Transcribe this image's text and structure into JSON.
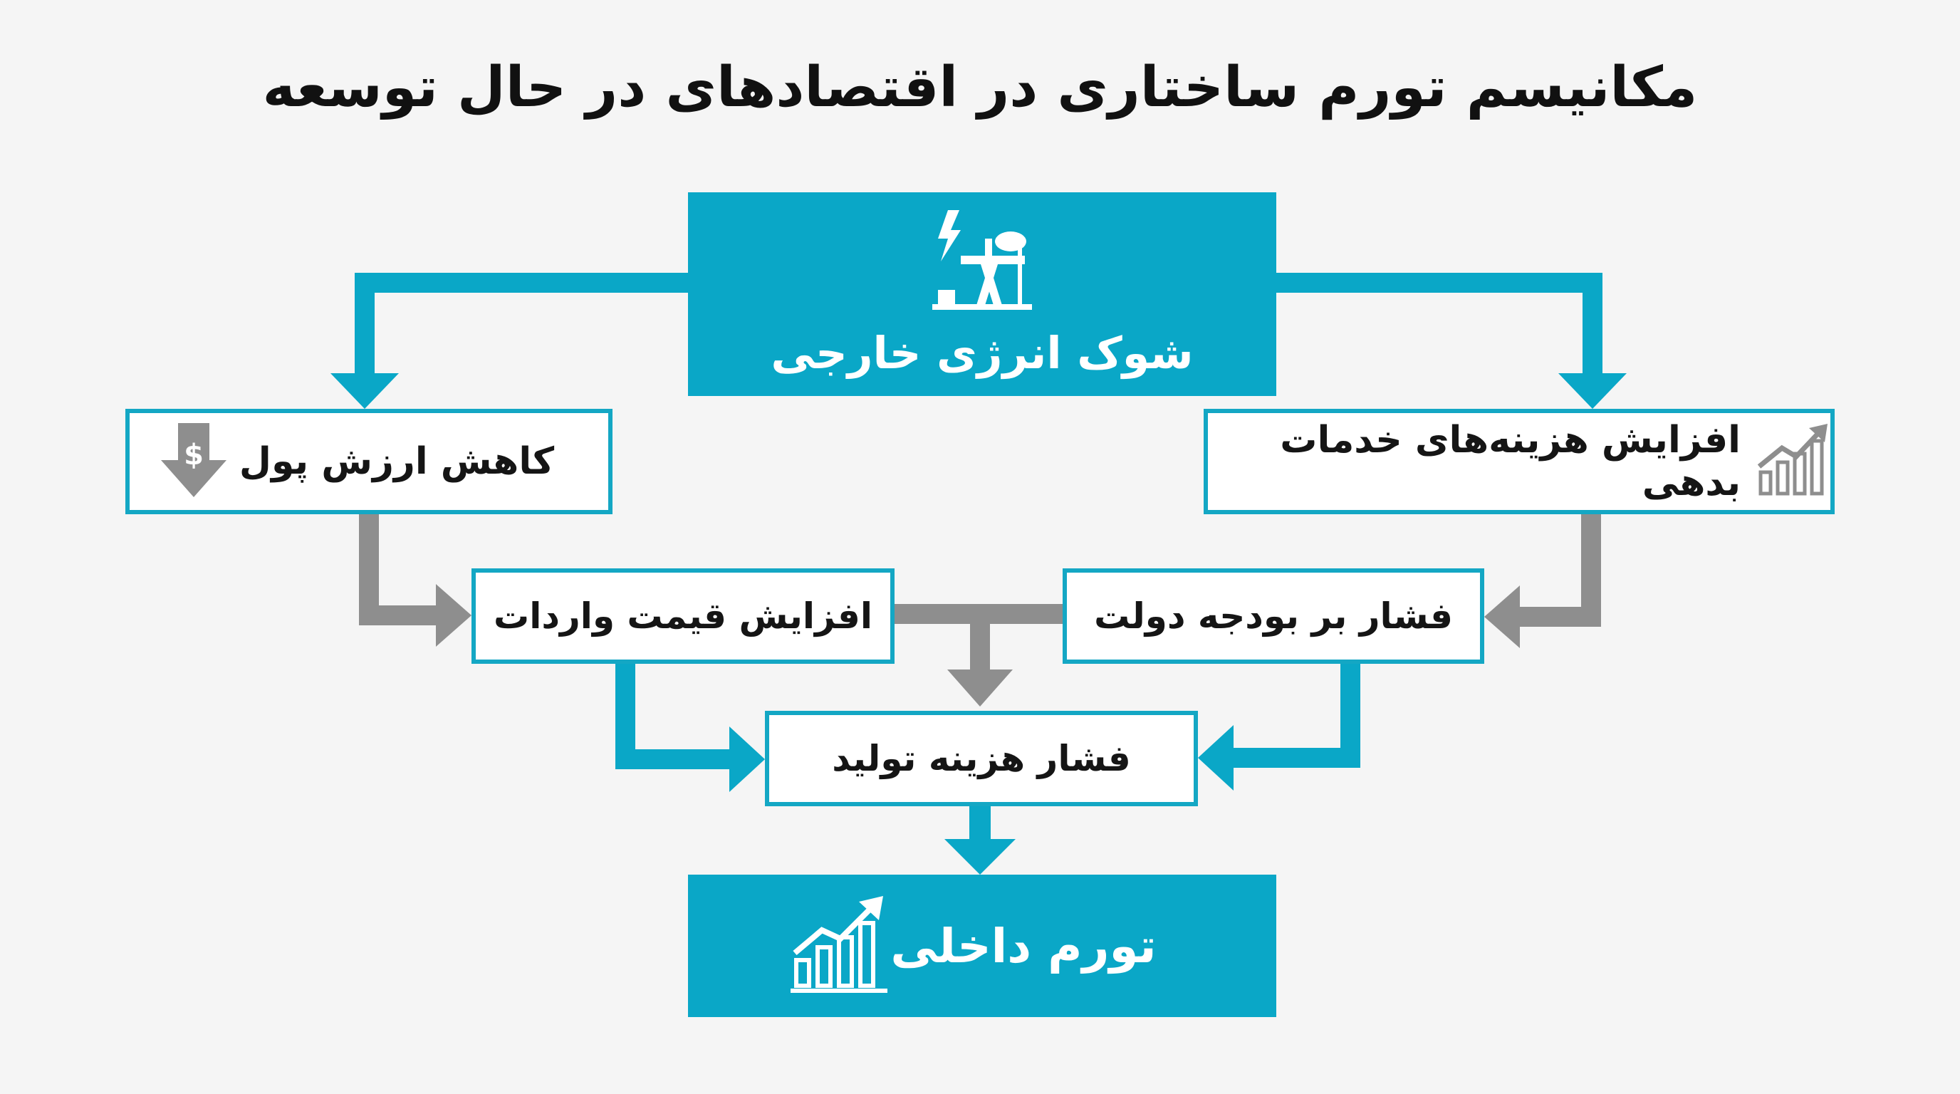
{
  "title": "مکانیسم تورم ساختاری در اقتصادهای در حال توسعه",
  "nodes": {
    "shock": {
      "label": "شوک انرژی خارجی",
      "icon": "oil-pump-lightning-icon"
    },
    "currency": {
      "label": "کاهش ارزش پول",
      "icon": "dollar-down-arrow-icon"
    },
    "debt": {
      "label": "افزایش هزینه‌های خدمات بدهی",
      "icon": "rising-bar-chart-icon"
    },
    "imports": {
      "label": "افزایش قیمت واردات"
    },
    "budget": {
      "label": "فشار بر بودجه دولت"
    },
    "production": {
      "label": "فشار هزینه تولید"
    },
    "inflation": {
      "label": "تورم داخلی",
      "icon": "rising-bar-chart-icon"
    }
  },
  "colors": {
    "blue": "#0aa7c7",
    "gray": "#8e8e8e",
    "text": "#151515"
  }
}
